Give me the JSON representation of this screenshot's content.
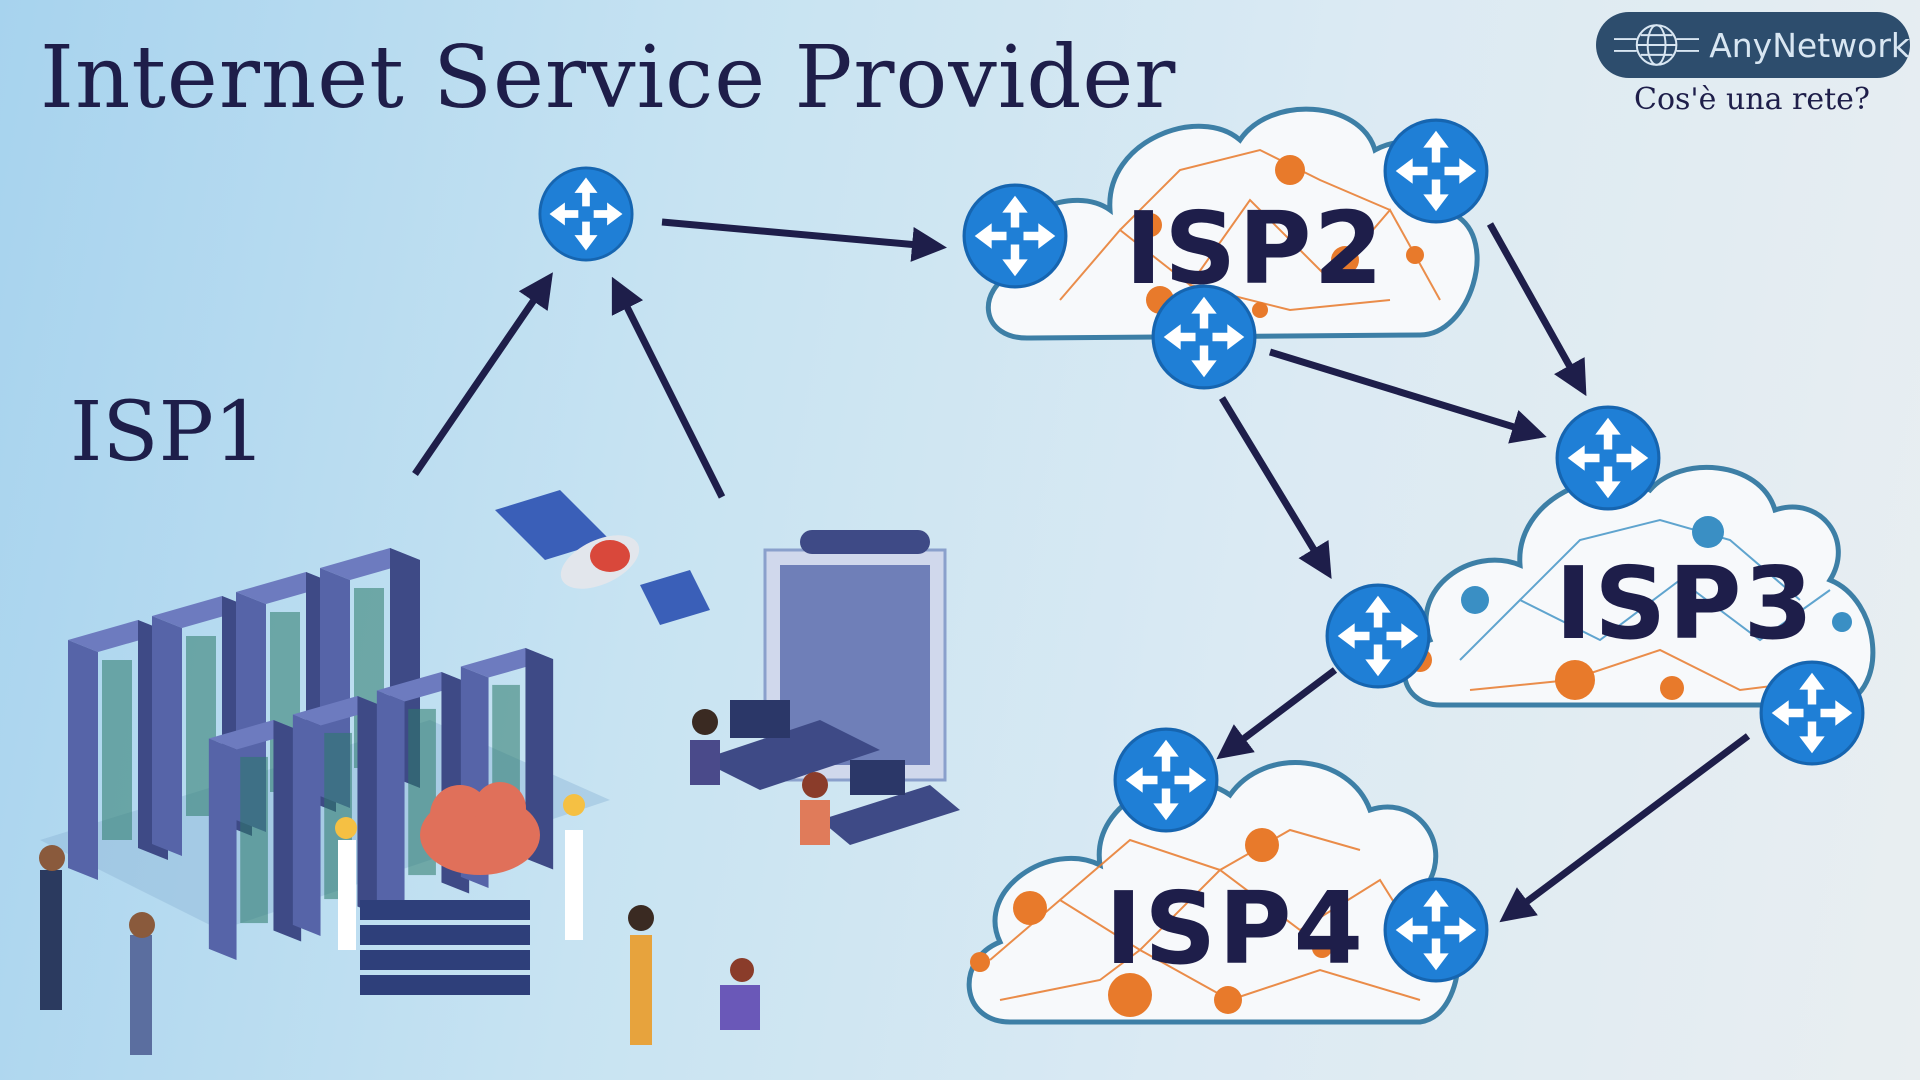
{
  "title": "Internet Service Provider",
  "brand": {
    "name": "AnyNetwork",
    "subtitle": "Cos'è una rete?",
    "badge_color": "#2d4d6d"
  },
  "nodes": {
    "isp1": "ISP1",
    "isp2": "ISP2",
    "isp3": "ISP3",
    "isp4": "ISP4"
  },
  "icons": [
    "router-icon",
    "server-rack-icon",
    "satellite-icon",
    "person-icon",
    "globe-icon"
  ],
  "colors": {
    "router": "#1f7fd6",
    "arrow": "#1e1e4a",
    "cloud_border": "#3d7fa6",
    "mesh_orange": "#e87a2b",
    "mesh_blue": "#3a8fc4",
    "rack": "#4a5a9a"
  }
}
